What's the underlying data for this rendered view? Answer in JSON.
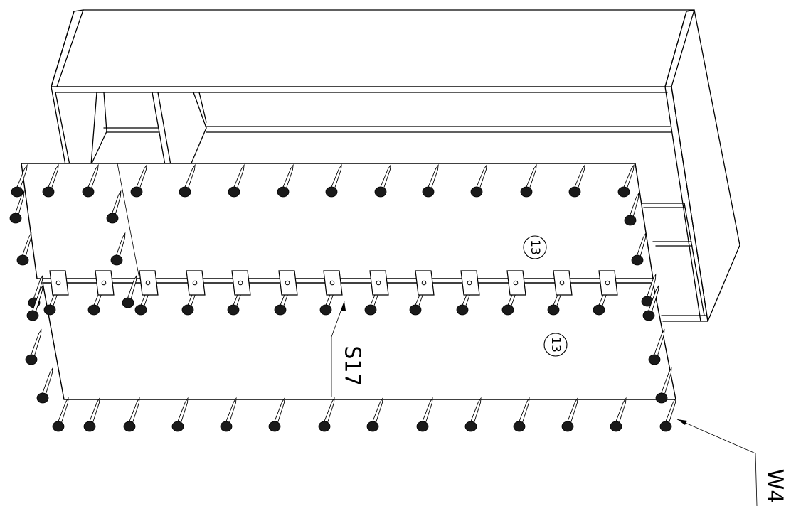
{
  "drawing": {
    "part_number_label": "13",
    "part_number_label_2": "13",
    "fastener_callout": "S17",
    "nail_callout": "W4"
  },
  "colors": {
    "line": "#000000",
    "background": "#ffffff",
    "nail_head": "#1a1a1a"
  }
}
